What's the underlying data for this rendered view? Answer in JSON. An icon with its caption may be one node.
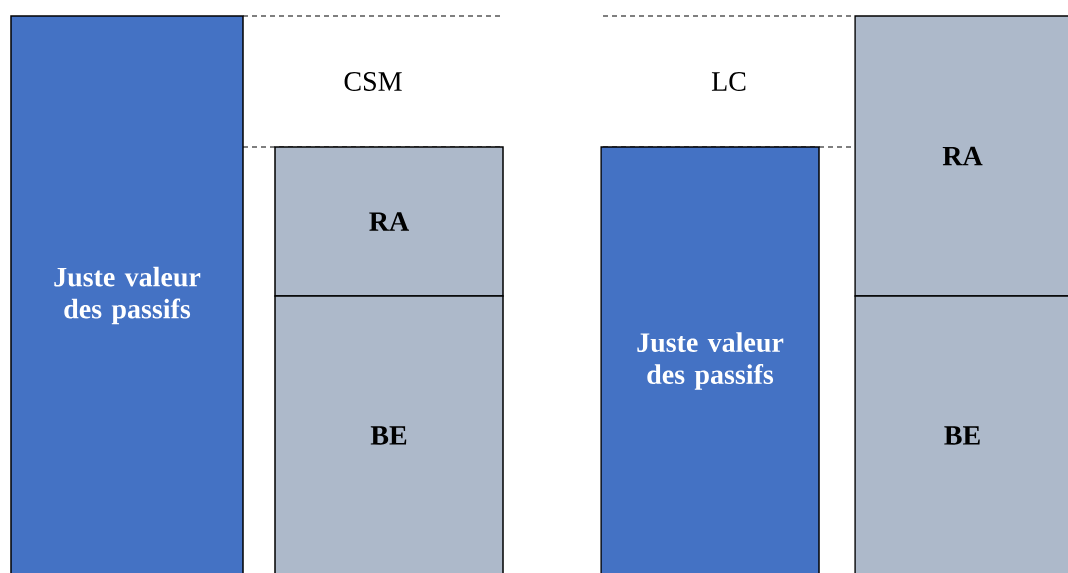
{
  "diagram": {
    "nodes": [
      {
        "text": [
          "Juste valeur des passifs"
        ]
      },
      {
        "text": [
          "CSM"
        ]
      },
      {
        "text": [
          "RA"
        ]
      },
      {
        "text": [
          "BE"
        ]
      },
      {
        "text": [
          "LC"
        ]
      },
      {
        "text": [
          "Juste valeur des passifs"
        ]
      },
      {
        "text": [
          "RA"
        ]
      },
      {
        "text": [
          "BE"
        ]
      }
    ]
  }
}
